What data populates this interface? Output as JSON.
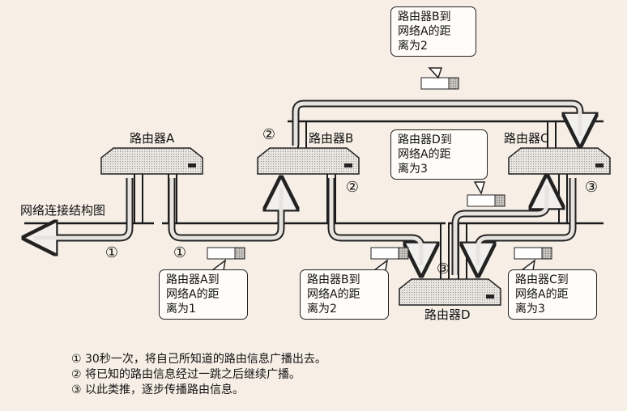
{
  "title": "网络连接结构图",
  "routers": {
    "a": "路由器A",
    "b": "路由器B",
    "c": "路由器C",
    "d": "路由器D"
  },
  "callouts": {
    "top_b": [
      "路由器B到",
      "网络A的距",
      "离为2"
    ],
    "top_d": [
      "路由器D到",
      "网络A的距",
      "离为3"
    ],
    "bottom_a": [
      "路由器A到",
      "网络A的距",
      "离为1"
    ],
    "bottom_b": [
      "路由器B到",
      "网络A的距",
      "离为2"
    ],
    "bottom_c": [
      "路由器C到",
      "网络A的距",
      "离为3"
    ]
  },
  "step_markers": {
    "one": "①",
    "two": "②",
    "three": "③"
  },
  "legend": [
    "① 30秒一次，将自己所知道的路由信息广播出去。",
    "② 将已知的路由信息经过一跳之后继续广播。",
    "③ 以此类推，逐步传播路由信息。"
  ],
  "colors": {
    "background": "#f7efe6",
    "line": "#1a1a1a",
    "router_body": "#d4d2cf",
    "packet_light": "#ffffff",
    "packet_dark": "#9a9a9a"
  }
}
